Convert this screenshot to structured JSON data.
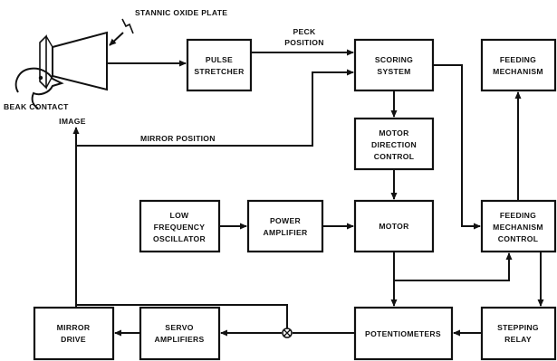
{
  "diagram": {
    "title_label": "STANNIC OXIDE PLATE",
    "beak_label": "BEAK CONTACT",
    "image_label": "IMAGE",
    "peck_label": [
      "PECK",
      "POSITION"
    ],
    "mirror_position_label": "MIRROR POSITION",
    "blocks": {
      "pulse_stretcher": [
        "PULSE",
        "STRETCHER"
      ],
      "scoring_system": [
        "SCORING",
        "SYSTEM"
      ],
      "feeding_mechanism": [
        "FEEDING",
        "MECHANISM"
      ],
      "motor_direction_control": [
        "MOTOR",
        "DIRECTION",
        "CONTROL"
      ],
      "low_frequency_oscillator": [
        "LOW",
        "FREQUENCY",
        "OSCILLATOR"
      ],
      "power_amplifier": [
        "POWER",
        "AMPLIFIER"
      ],
      "motor": [
        "MOTOR"
      ],
      "feeding_mechanism_control": [
        "FEEDING",
        "MECHANISM",
        "CONTROL"
      ],
      "mirror_drive": [
        "MIRROR",
        "DRIVE"
      ],
      "servo_amplifiers": [
        "SERVO",
        "AMPLIFIERS"
      ],
      "potentiometers": [
        "POTENTIOMETERS"
      ],
      "stepping_relay": [
        "STEPPING",
        "RELAY"
      ]
    }
  }
}
